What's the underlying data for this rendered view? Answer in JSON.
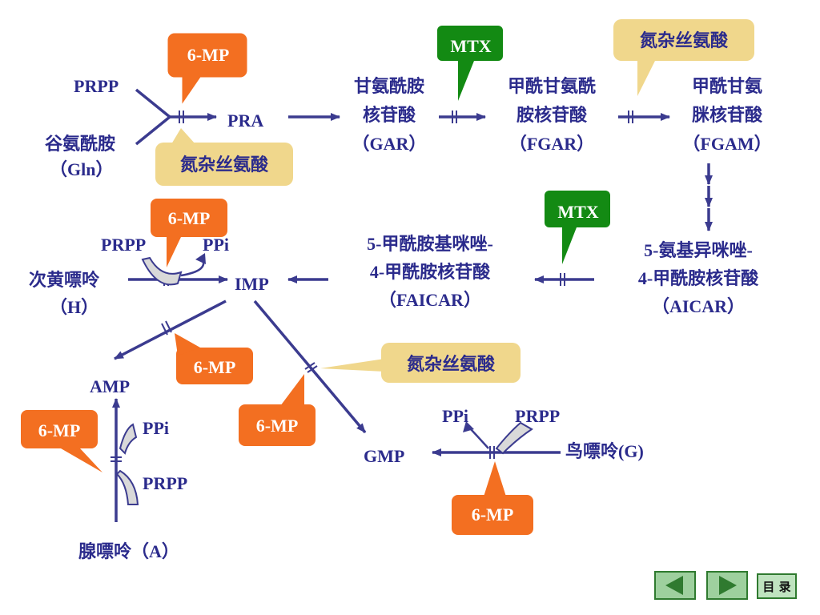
{
  "colors": {
    "pathway": "#3b3b8f",
    "text": "#2b2b8c",
    "mp6_fill": "#f36f21",
    "mtx_fill": "#138a13",
    "azaserine_fill": "#f0d78c",
    "nav_fill": "#9ed09e"
  },
  "icons": {
    "prev": "triangle-left-icon",
    "next": "triangle-right-icon"
  },
  "denovo": {
    "prpp": "PRPP",
    "gln_line1": "谷氨酰胺",
    "gln_line2": "（Gln）",
    "pra": "PRA",
    "gar_line1": "甘氨酰胺",
    "gar_line2": "核苷酸",
    "gar_line3": "（GAR）",
    "fgar_line1": "甲酰甘氨酰",
    "fgar_line2": "胺核苷酸",
    "fgar_line3": "（FGAR）",
    "fgam_line1": "甲酰甘氨",
    "fgam_line2": "脒核苷酸",
    "fgam_line3": "（FGAM）",
    "aicar_line1": "5-氨基异咪唑-",
    "aicar_line2": "4-甲酰胺核苷酸",
    "aicar_line3": "（AICAR）",
    "faicar_line1": "5-甲酰胺基咪唑-",
    "faicar_line2": "4-甲酰胺核苷酸",
    "faicar_line3": "（FAICAR）",
    "imp": "IMP",
    "amp": "AMP",
    "gmp": "GMP"
  },
  "salvage": {
    "hx_prpp": "PRPP",
    "hx_ppi": "PPi",
    "hypoxanthine_line1": "次黄嘌呤",
    "hypoxanthine_line2": "（H）",
    "a_ppi": "PPi",
    "a_prpp": "PRPP",
    "adenine": "腺嘌呤（A）",
    "g_ppi": "PPi",
    "g_prpp": "PRPP",
    "guanine": "鸟嘌呤(G)"
  },
  "inhibitors": {
    "mp6": "6-MP",
    "mtx": "MTX",
    "azaserine": "氮杂丝氨酸"
  },
  "nav": {
    "menu": "目 录"
  }
}
